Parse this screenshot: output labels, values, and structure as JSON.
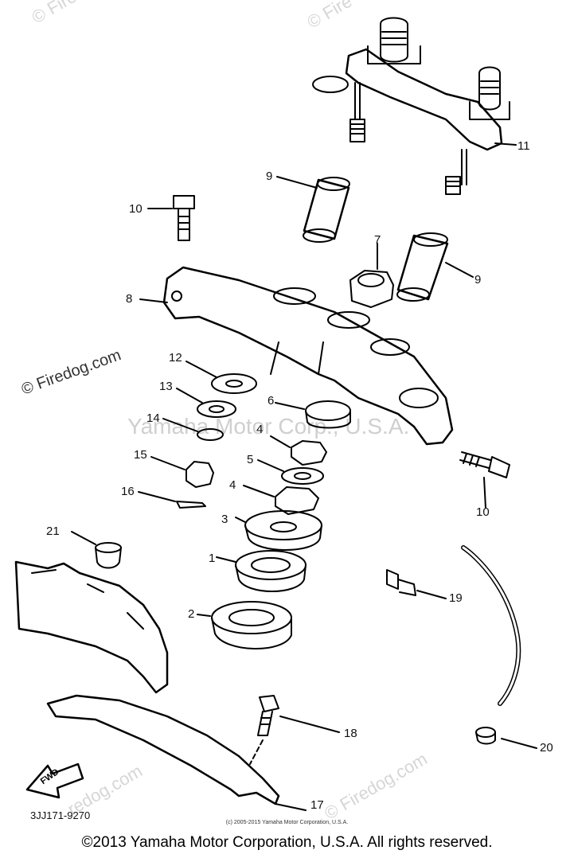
{
  "watermarks": {
    "center": "Yamaha Motor Corp., U.S.A.",
    "firedog_vertical": "© Firedog.com",
    "firedog_top_left": "© Fire",
    "firedog_top_right": "© Fire",
    "firedog_bottom_left": "redog.com",
    "firedog_bottom_right": "© Firedog.com"
  },
  "diagram_code": "3JJ171-9270",
  "fwd_label": "FWD",
  "small_copyright": "(c) 2005-2015 Yamaha Motor Corporation, U.S.A.",
  "footer_copyright": "©2013 Yamaha Motor Corporation, U.S.A. All rights reserved.",
  "part_labels": {
    "p1": "1",
    "p2": "2",
    "p3": "3",
    "p4a": "4",
    "p4b": "4",
    "p5": "5",
    "p6": "6",
    "p7": "7",
    "p8": "8",
    "p9a": "9",
    "p9b": "9",
    "p10a": "10",
    "p10b": "10",
    "p11": "11",
    "p12": "12",
    "p13": "13",
    "p14": "14",
    "p15": "15",
    "p16": "16",
    "p17": "17",
    "p18": "18",
    "p19": "19",
    "p20": "20",
    "p21": "21"
  },
  "colors": {
    "ink": "#000000",
    "watermark": "#d6d6d6",
    "background": "#ffffff"
  }
}
